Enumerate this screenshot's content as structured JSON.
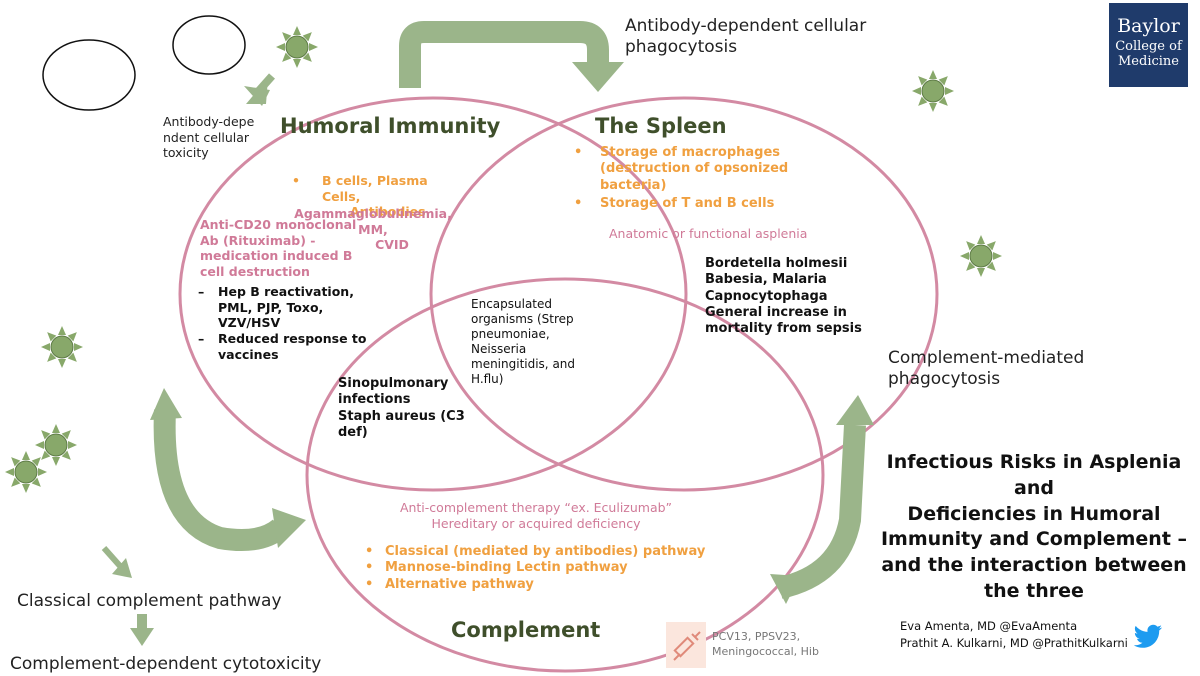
{
  "colors": {
    "circle": "#d38aa3",
    "arrow": "#9bb58a",
    "heading": "#3f4f2b",
    "bullet_orange": "#f0a040",
    "text_pink": "#d07a98",
    "logo_bg": "#1f3b6b",
    "sun": "#88a86a"
  },
  "icons": [
    "sun-icon",
    "syringe-icon",
    "twitter-bird-icon"
  ],
  "logo": {
    "line1": "Baylor",
    "line2": "College of",
    "line3": "Medicine"
  },
  "humoral": {
    "heading": "Humoral Immunity",
    "bullet": "B cells, Plasma Cells,",
    "bullet_cont": "Antibodies",
    "diseases1": "Agammaglobulinemia, MM,",
    "diseases2": "CVID",
    "drug1": "Anti-CD20 monoclonal",
    "drug2": "Ab  (Rituximab) -",
    "drug3": "medication induced B",
    "drug4": "cell destruction",
    "risks": [
      {
        "line1": "Hep B reactivation,",
        "line2": "PML, PJP, Toxo,",
        "line3": "VZV/HSV"
      },
      {
        "line1": "Reduced response to",
        "line2": "vaccines"
      }
    ]
  },
  "spleen": {
    "heading": "The Spleen",
    "bullets": [
      {
        "line1": "Storage of macrophages",
        "line2": "(destruction of opsonized",
        "line3": "bacteria)"
      },
      {
        "line1": "Storage of T and B cells"
      }
    ],
    "asplenia": "Anatomic or functional asplenia",
    "infections": [
      "Bordetella holmesii",
      "Babesia, Malaria",
      "Capnocytophaga",
      "General increase in",
      "mortality from sepsis"
    ]
  },
  "center": {
    "lines": [
      "Encapsulated",
      "organisms (Strep",
      "pneumoniae,",
      "Neisseria",
      "meningitidis, and",
      "H.flu)"
    ]
  },
  "humoral_complement": {
    "lines": [
      "Sinopulmonary",
      "infections",
      "Staph aureus (C3",
      "def)"
    ]
  },
  "complement": {
    "heading": "Complement",
    "therapy": "Anti-complement therapy “ex. Eculizumab”",
    "deficiency": "Hereditary or acquired deficiency",
    "pathways": [
      "Classical (mediated by antibodies) pathway",
      "Mannose-binding Lectin pathway",
      "Alternative pathway"
    ]
  },
  "labels": {
    "adcp_line1": "Antibody-dependent cellular",
    "adcp_line2": "phagocytosis",
    "adcc_line1": "Antibody-depe",
    "adcc_line2": "ndent cellular",
    "adcc_line3": "toxicity",
    "cmp_line1": "Complement-mediated",
    "cmp_line2": "phagocytosis",
    "classical": "Classical complement pathway",
    "cdc": "Complement-dependent cytotoxicity"
  },
  "title": {
    "line1": "Infectious Risks in Asplenia and",
    "line2": "Deficiencies in Humoral",
    "line3": "Immunity and Complement –",
    "line4": "and the interaction between",
    "line5": "the three"
  },
  "vaccines": {
    "line1": "PCV13, PPSV23,",
    "line2": "Meningococcal, Hib"
  },
  "credits": {
    "author1": "Eva Amenta, MD @EvaAmenta",
    "author2": "Prathit A. Kulkarni, MD @PrathitKulkarni"
  }
}
